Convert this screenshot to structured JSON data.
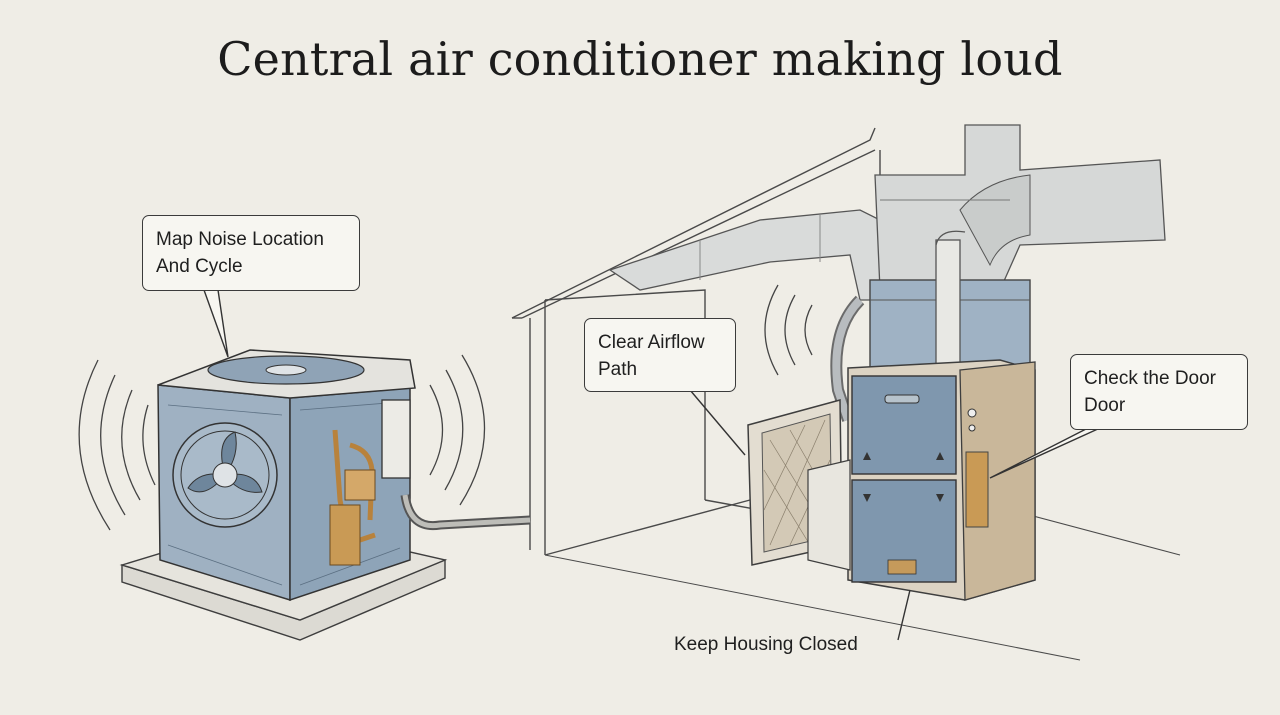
{
  "title": "Central air conditioner making loud",
  "callouts": {
    "noise": {
      "line1": "Map Noise Location",
      "line2": "And Cycle"
    },
    "airflow": {
      "line1": "Clear Airflow",
      "line2": "Path"
    },
    "door": {
      "line1": "Check the Door",
      "line2": "Door"
    },
    "housing": "Keep Housing Closed"
  },
  "colors": {
    "background": "#efede6",
    "unit_blue": "#8ea4b8",
    "copper": "#c99a55",
    "furnace_blue": "#7f97ae",
    "ink": "#3b3b3b"
  }
}
